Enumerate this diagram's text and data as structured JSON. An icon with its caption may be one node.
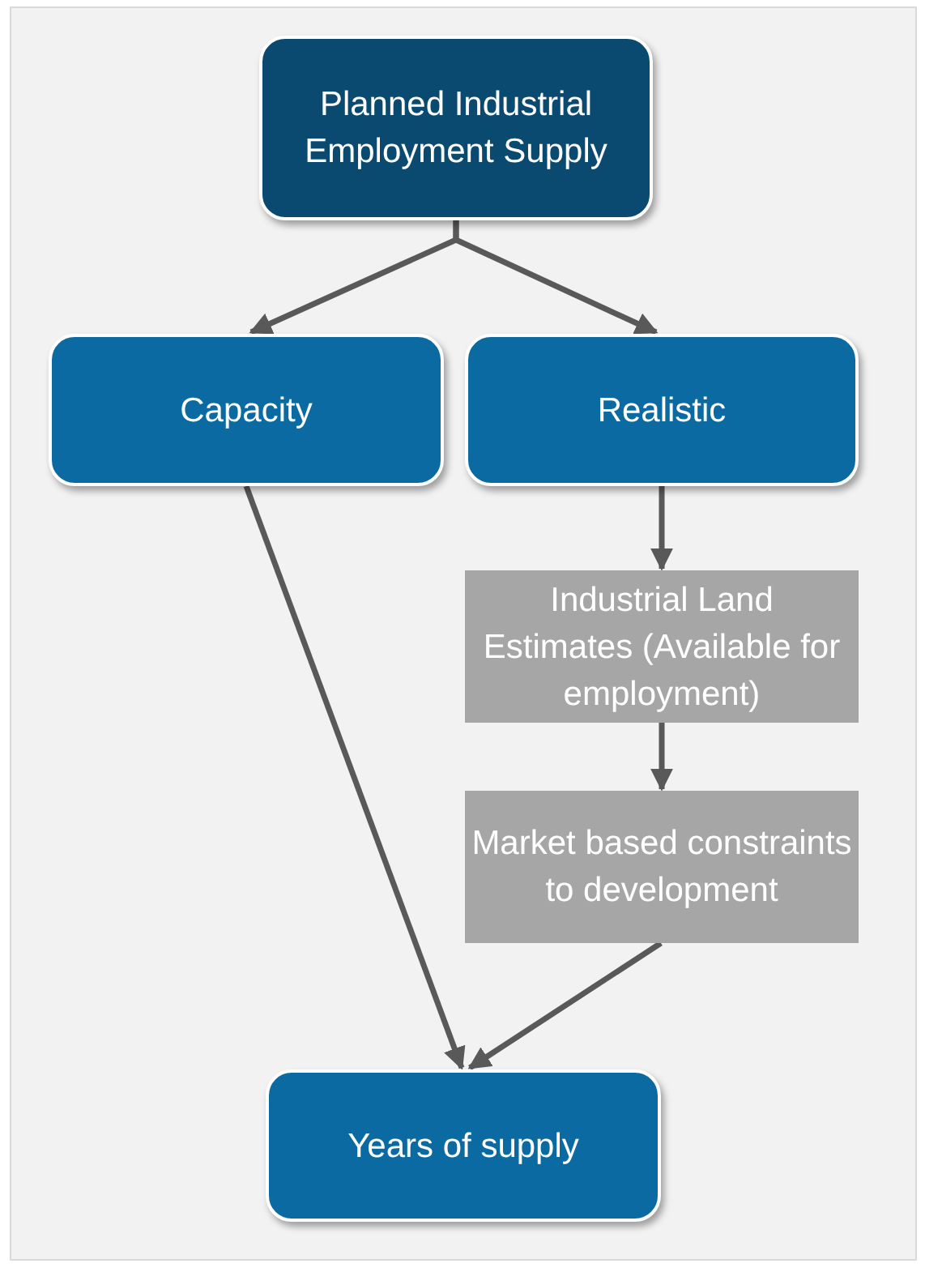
{
  "diagram": {
    "nodes": [
      {
        "text": [
          "Planned Industrial Employment Supply"
        ]
      },
      {
        "text": [
          "Capacity"
        ]
      },
      {
        "text": [
          "Realistic"
        ]
      },
      {
        "text": [
          "Industrial Land Estimates (Available for employment)"
        ]
      },
      {
        "text": [
          "Market based constraints to development"
        ]
      },
      {
        "text": [
          "Years of supply"
        ]
      }
    ],
    "edges": [
      {
        "from": 0,
        "to": 1,
        "arrow": "to"
      },
      {
        "from": 0,
        "to": 2,
        "arrow": "to"
      },
      {
        "from": 2,
        "to": 3,
        "arrow": "to"
      },
      {
        "from": 3,
        "to": 4,
        "arrow": "to"
      },
      {
        "from": 1,
        "to": 5,
        "arrow": "to"
      },
      {
        "from": 4,
        "to": 5,
        "arrow": "to"
      }
    ]
  }
}
